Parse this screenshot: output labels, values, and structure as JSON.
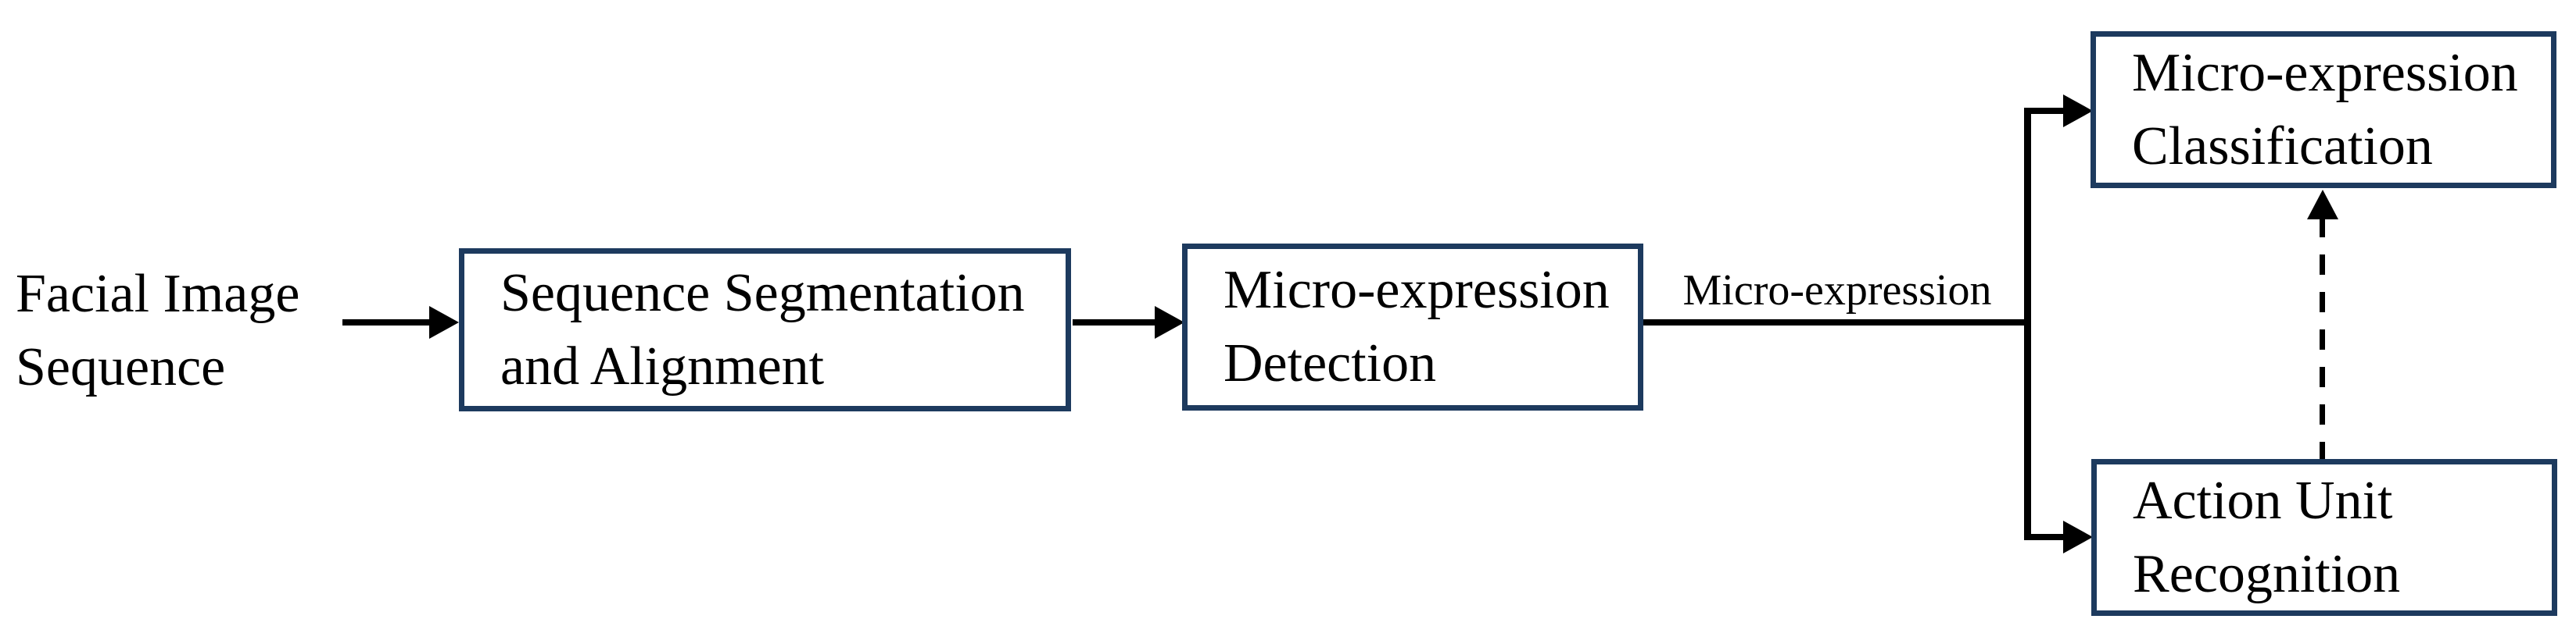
{
  "figure": {
    "type": "flowchart",
    "background": "#ffffff",
    "colors": {
      "box_border": "#1d3a5e",
      "box_fill": "#ffffff",
      "line": "#000000",
      "text": "#000000"
    },
    "source": {
      "line1": "Facial Image",
      "line2": "Sequence"
    },
    "nodes": [
      {
        "id": "sequence-segmentation-and-alignment",
        "line1": "Sequence Segmentation",
        "line2": "and Alignment"
      },
      {
        "id": "micro-expression-detection",
        "line1": "Micro-expression",
        "line2": "Detection"
      },
      {
        "id": "micro-expression-classification",
        "line1": "Micro-expression",
        "line2": "Classification"
      },
      {
        "id": "action-unit-recognition",
        "line1": "Action Unit",
        "line2": "Recognition"
      }
    ],
    "edge_labels": {
      "micro_expression": "Micro-expression"
    }
  }
}
